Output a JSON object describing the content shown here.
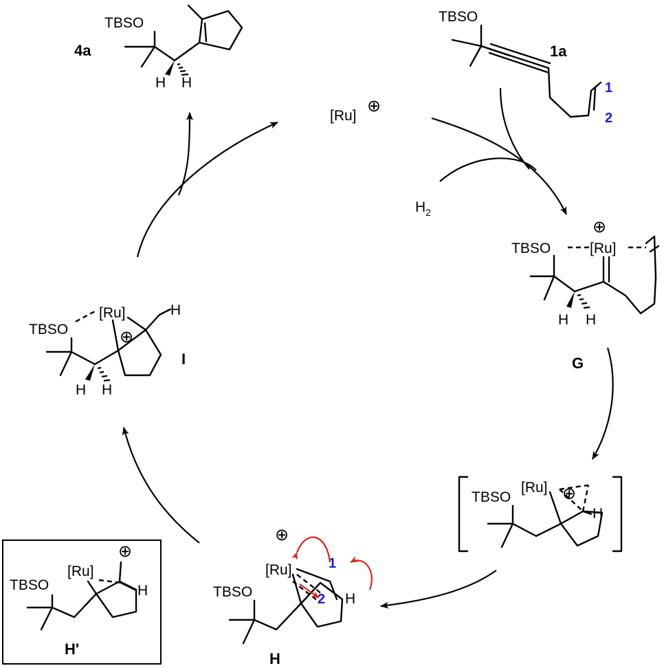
{
  "catalyst": {
    "label": "[Ru]",
    "charge": "⊕"
  },
  "reagent": {
    "h2": "H",
    "h2_sub": "2"
  },
  "compounds": {
    "1a": {
      "id": "1a",
      "tbso": "TBSO",
      "carbon1": "1",
      "carbon2": "2"
    },
    "4a": {
      "id": "4a",
      "tbso": "TBSO",
      "h_left": "H",
      "h_right": "H"
    },
    "G": {
      "id": "G",
      "tbso": "TBSO",
      "ru": "[Ru]",
      "charge": "⊕",
      "h_left": "H",
      "h_right": "H"
    },
    "bracket": {
      "tbso": "TBSO",
      "ru": "[Ru]",
      "charge": "⊕",
      "h": "H"
    },
    "H": {
      "id": "H",
      "tbso": "TBSO",
      "ru": "[Ru]",
      "charge": "⊕",
      "h": "H",
      "carbon1": "1",
      "carbon2": "2"
    },
    "Hprime": {
      "id": "H'",
      "tbso": "TBSO",
      "ru": "[Ru]",
      "charge": "⊕",
      "h": "H"
    },
    "I": {
      "id": "I",
      "tbso": "TBSO",
      "ru": "[Ru]",
      "charge": "⊕",
      "h_top": "H",
      "h_left": "H",
      "h_right": "H"
    }
  },
  "colors": {
    "ink": "#000000",
    "electron_arrows": "#e2231a",
    "atom_numbers": "#1a1adb"
  }
}
